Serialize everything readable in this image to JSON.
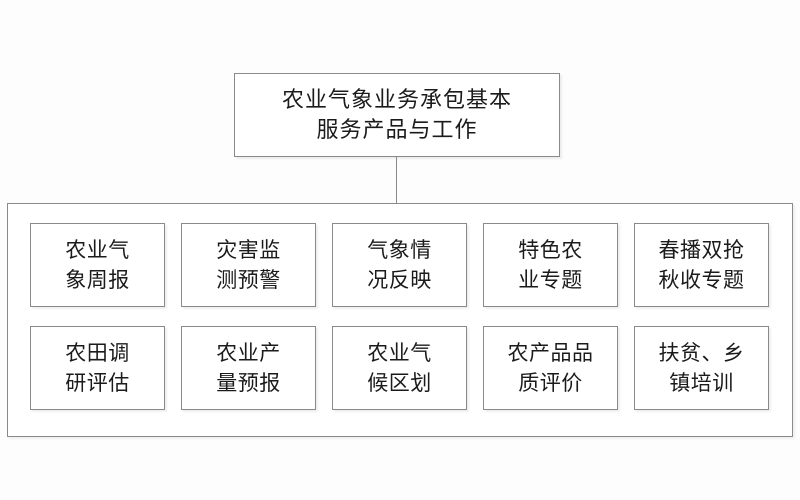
{
  "diagram": {
    "type": "org-chart",
    "root": {
      "lines": [
        "农业气象业务承包基本",
        "服务产品与工作"
      ]
    },
    "groups": [
      {
        "name": "row-1",
        "nodes": [
          {
            "lines": [
              "农业气",
              "象周报"
            ],
            "full_text": "农业气象周报"
          },
          {
            "lines": [
              "灾害监",
              "测预警"
            ],
            "full_text": "灾害监测预警"
          },
          {
            "lines": [
              "气象情",
              "况反映"
            ],
            "full_text": "气象情况反映"
          },
          {
            "lines": [
              "特色农",
              "业专题"
            ],
            "full_text": "特色农业专题"
          },
          {
            "lines": [
              "春播双抢",
              "秋收专题"
            ],
            "full_text": "春播双抢秋收专题"
          }
        ]
      },
      {
        "name": "row-2",
        "nodes": [
          {
            "lines": [
              "农田调",
              "研评估"
            ],
            "full_text": "农田调研评估"
          },
          {
            "lines": [
              "农业产",
              "量预报"
            ],
            "full_text": "农业产量预报"
          },
          {
            "lines": [
              "农业气",
              "候区划"
            ],
            "full_text": "农业气候区划"
          },
          {
            "lines": [
              "农产品品",
              "质评价"
            ],
            "full_text": "农产品品质评价"
          },
          {
            "lines": [
              "扶贫、乡",
              "镇培训"
            ],
            "full_text": "扶贫、乡镇培训"
          }
        ]
      }
    ],
    "colors": {
      "background": "#fdfdfd",
      "box_fill": "#ffffff",
      "border": "#8a8a8a",
      "text": "#1b1b1b"
    }
  }
}
